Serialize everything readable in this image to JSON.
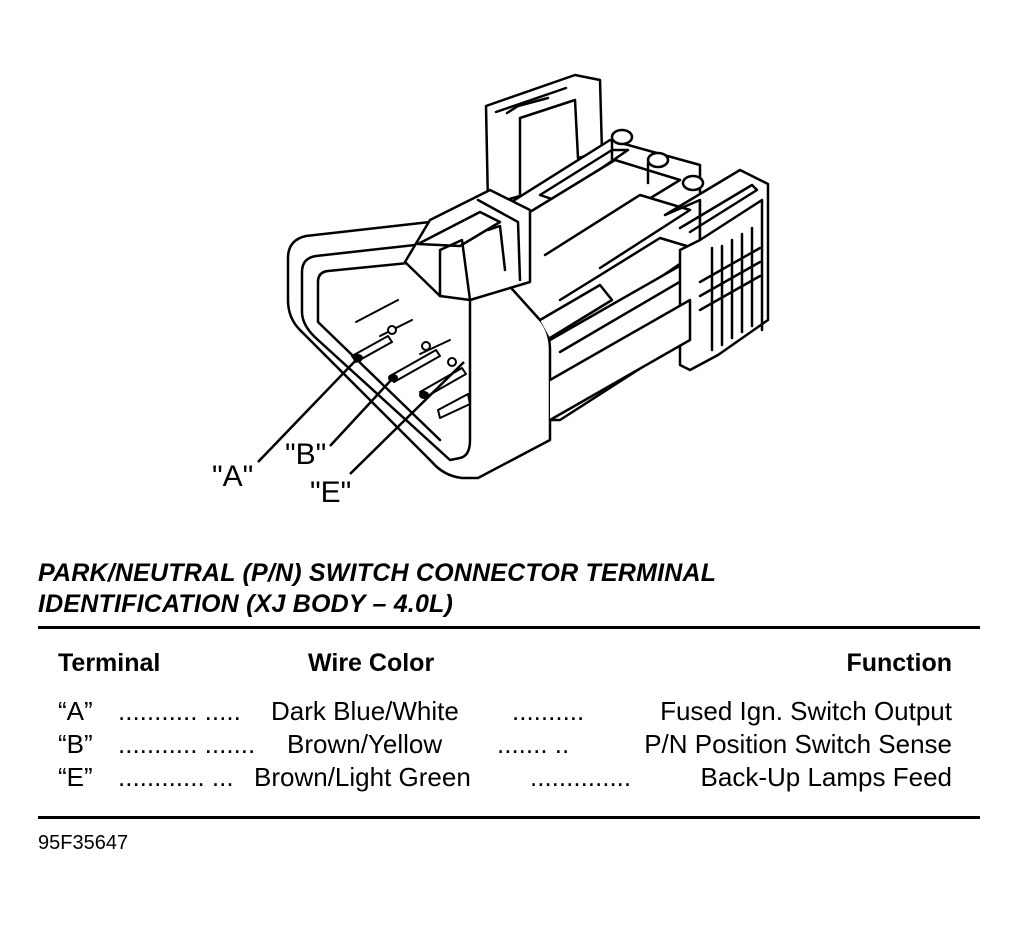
{
  "callouts": {
    "a": "\"A\"",
    "b": "\"B\"",
    "e": "\"E\""
  },
  "title": {
    "line1": "PARK/NEUTRAL (P/N) SWITCH CONNECTOR TERMINAL",
    "line2": "IDENTIFICATION (XJ BODY – 4.0L)"
  },
  "table": {
    "headers": {
      "terminal": "Terminal",
      "wire_color": "Wire Color",
      "function": "Function"
    },
    "rows": [
      {
        "terminal": "“A”",
        "dots1": "........... .....",
        "wire": "Dark Blue/White",
        "dots2": "..........",
        "function": "Fused Ign. Switch Output"
      },
      {
        "terminal": "“B”",
        "dots1": "........... .......",
        "wire": "Brown/Yellow",
        "dots2": "....... ..",
        "function": "P/N Position Switch Sense"
      },
      {
        "terminal": "“E”",
        "dots1": "............ ...",
        "wire": "Brown/Light Green",
        "dots2": "..............",
        "function": "Back-Up Lamps Feed"
      }
    ]
  },
  "figure_code": "95F35647"
}
